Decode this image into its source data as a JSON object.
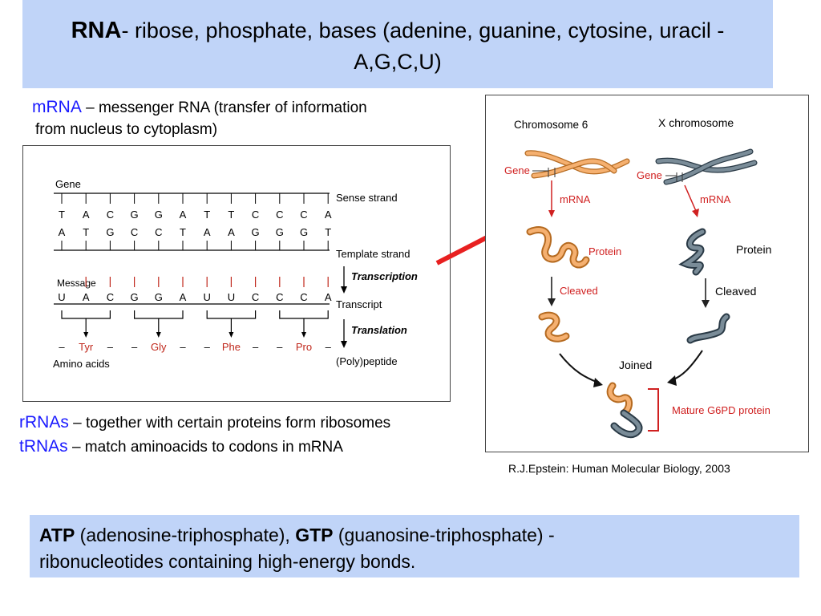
{
  "title": {
    "term": "RNA",
    "dash": "-",
    "line1_rest": " ribose, phosphate, bases (adenine, guanine, cytosine, uracil -",
    "line2": "A,G,C,U)"
  },
  "mrna": {
    "term": "mRNA",
    "desc_line1": " – messenger RNA (transfer of information",
    "desc_line2": "from nucleus to cytoplasm)"
  },
  "rrna": {
    "term": "rRNAs",
    "desc": " – together with certain proteins form ribosomes"
  },
  "trna": {
    "term": "tRNAs",
    "desc": " – match aminoacids to codons in mRNA"
  },
  "citation": "R.J.Epstein: Human Molecular Biology, 2003",
  "bottom": {
    "atp": "ATP",
    "atp_desc": " (adenosine-triphosphate), ",
    "gtp": "GTP",
    "gtp_desc": " (guanosine-triphosphate) -",
    "line2": "ribonucleotides containing high-energy bonds."
  },
  "left_diagram": {
    "gene_label": "Gene",
    "sense_strand": [
      "T",
      "A",
      "C",
      "G",
      "G",
      "A",
      "T",
      "T",
      "C",
      "C",
      "C",
      "A"
    ],
    "template_strand": [
      "A",
      "T",
      "G",
      "C",
      "C",
      "T",
      "A",
      "A",
      "G",
      "G",
      "G",
      "T"
    ],
    "message_label": "Message",
    "transcript": [
      "U",
      "A",
      "C",
      "G",
      "G",
      "A",
      "U",
      "U",
      "C",
      "C",
      "C",
      "A"
    ],
    "amino_acids": [
      "–",
      "Tyr",
      "–",
      "–",
      "Gly",
      "–",
      "–",
      "Phe",
      "–",
      "–",
      "Pro",
      "–"
    ],
    "amino_acids_label": "Amino acids",
    "labels": {
      "sense": "Sense strand",
      "template": "Template strand",
      "transcription": "Transcription",
      "transcript": "Transcript",
      "translation": "Translation",
      "polypeptide": "(Poly)peptide"
    },
    "colors": {
      "amino": "#c0281c",
      "tick_red": "#c0281c"
    }
  },
  "right_diagram": {
    "chromosome6": "Chromosome 6",
    "xchromosome": "X chromosome",
    "gene": "Gene",
    "mrna": "mRNA",
    "protein": "Protein",
    "cleaved": "Cleaved",
    "joined": "Joined",
    "mature": "Mature G6PD protein",
    "colors": {
      "orange": "#f0a050",
      "gray": "#6a7a86",
      "red": "#d02020"
    }
  }
}
